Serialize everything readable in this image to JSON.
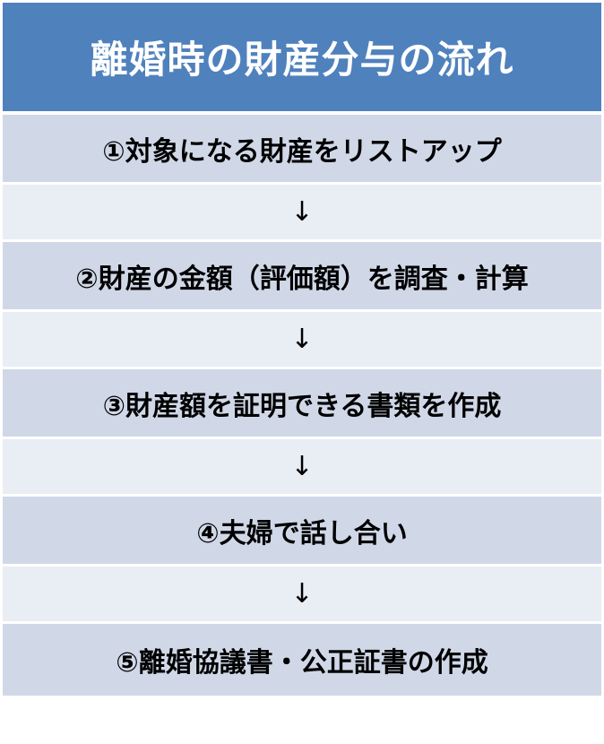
{
  "title": "離婚時の財産分与の流れ",
  "steps": [
    "①対象になる財産をリストアップ",
    "②財産の金額（評価額）を調査・計算",
    "③財産額を証明できる書類を作成",
    "④夫婦で話し合い",
    "⑤離婚協議書・公正証書の作成"
  ],
  "arrow_glyph": "↓",
  "colors": {
    "header": "#4f81bd",
    "step": "#d0d8e8",
    "arrow_row": "#e9edf4"
  }
}
